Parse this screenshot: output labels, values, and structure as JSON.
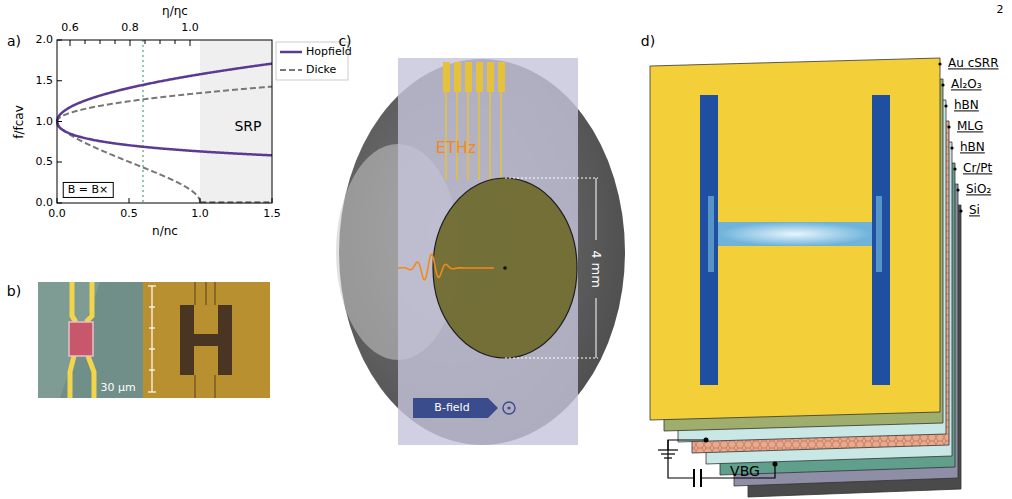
{
  "diagram": {
    "labels": [
      "2",
      "a)",
      "η/ηc",
      "0.6",
      "0.8",
      "1.0",
      "2.0",
      "1.5",
      "1.0",
      "0.5",
      "0.0",
      "0.0",
      "0.5",
      "1.0",
      "1.5",
      "n/nc",
      "f/fcav",
      "SRP",
      "B = B×",
      "b)",
      "30 µm",
      "c)",
      "ETHz",
      "4 mm",
      "B-field",
      "d)",
      "Au cSRR",
      "Al₂O₃",
      "hBN",
      "MLG",
      "hBN",
      "Cr/Pt",
      "SiO₂",
      "Si",
      "VBG"
    ],
    "legend": [
      {
        "text": "Hopfield"
      },
      {
        "text": "Dicke"
      }
    ]
  }
}
